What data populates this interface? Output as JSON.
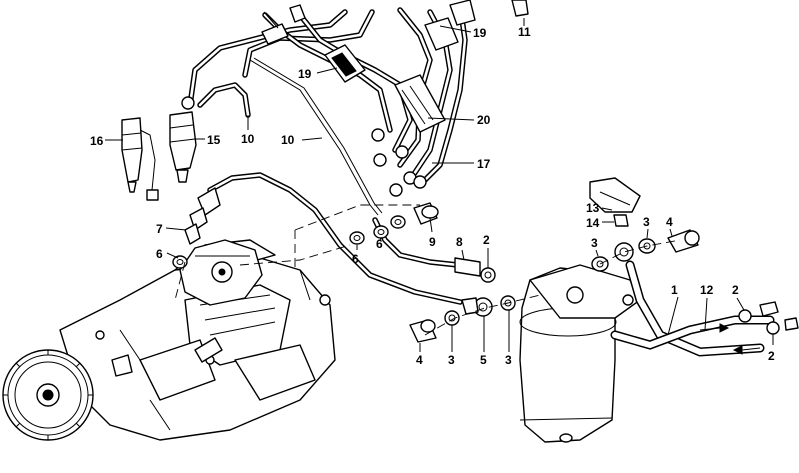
{
  "callouts": {
    "c1": "1",
    "c2a": "2",
    "c2b": "2",
    "c2c": "2",
    "c3a": "3",
    "c3b": "3",
    "c3c": "3",
    "c3d": "3",
    "c4a": "4",
    "c4b": "4",
    "c5": "5",
    "c6a": "6",
    "c6b": "6",
    "c6c": "6",
    "c7": "7",
    "c8": "8",
    "c9": "9",
    "c10a": "10",
    "c10b": "10",
    "c11": "11",
    "c12": "12",
    "c13": "13",
    "c14": "14",
    "c15": "15",
    "c16": "16",
    "c17": "17",
    "c19a": "19",
    "c19b": "19",
    "c20": "20"
  }
}
